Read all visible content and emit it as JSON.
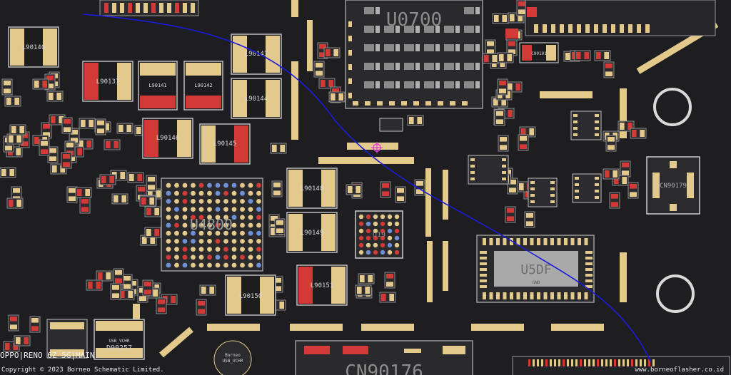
{
  "board": {
    "title": "OPPO|RENO 6Z 5G|MAIN",
    "copyright": "Copyright © 2023 Borneo Schematic Limited.",
    "website": "www.borneoflasher.co.id"
  },
  "chips": {
    "u0700": "U0700",
    "u4800": "U4800",
    "u5df": "U5DF",
    "u5df_sub": "GND",
    "cn90176": "CN90176",
    "cn90179": "CN90179",
    "d90257": "D90257",
    "d90257_sub": "USB_VCHR",
    "borneo_pad": "Borneo",
    "borneo_pad_sub": "USB_VCHR",
    "u19": "U19"
  },
  "inductors": {
    "l90140": "L90140",
    "l90137": "L90137",
    "l90141": "L90141",
    "l90142": "L90142",
    "l90143": "L90143",
    "l90144": "L90144",
    "l90146": "L90146",
    "l90145": "L90145",
    "l90148": "L90148",
    "l90149": "L90149",
    "l90150": "L90150",
    "l90151": "L90151",
    "c90101": "C90101"
  },
  "colors": {
    "board": "#1e1e21",
    "pad": "#e3c98b",
    "red": "#d13a36",
    "silk": "#bdbdbd",
    "chip": "#2b2b2e",
    "trace": "#1a1adb",
    "marker": "#e040e0"
  }
}
